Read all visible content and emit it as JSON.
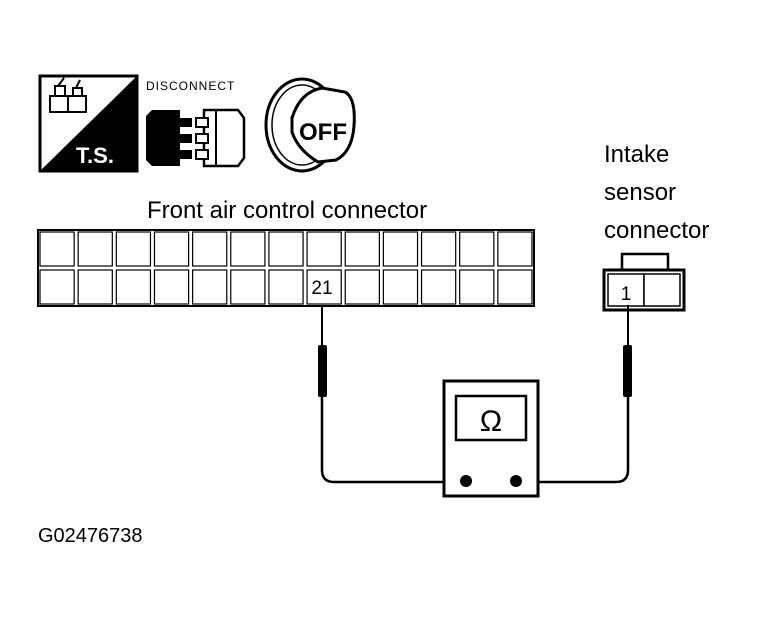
{
  "icons": {
    "test_stand_label": "T.S.",
    "disconnect_label": "DISCONNECT",
    "ignition_label": "OFF"
  },
  "front_connector": {
    "title": "Front air control connector",
    "columns": 13,
    "rows": 2,
    "terminal_label": "21"
  },
  "intake_connector": {
    "title_lines": [
      "Intake",
      "sensor",
      "connector"
    ],
    "terminal_label": "1"
  },
  "meter": {
    "symbol": "Ω"
  },
  "figure_id": "G02476738",
  "colors": {
    "line": "#000000",
    "background": "#ffffff",
    "grid": "#000000"
  }
}
